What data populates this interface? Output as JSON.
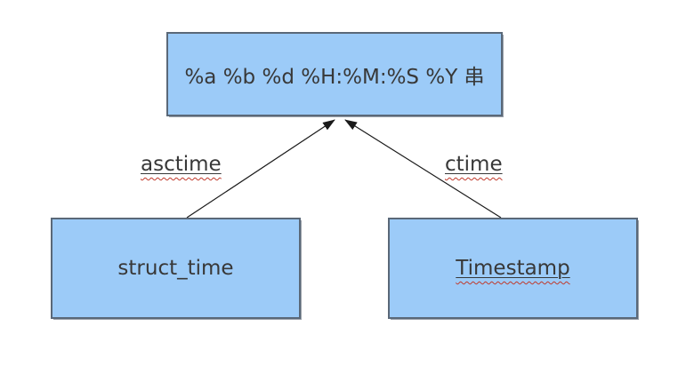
{
  "diagram": {
    "title": "time conversion diagram",
    "colors": {
      "box-fill": "#9ccbf8",
      "box-border": "#5a6878",
      "text-color": "#383838",
      "arrow-color": "#1a1a1a",
      "underline-color": "#383838",
      "squiggle-color": "#c0392b",
      "canvas-bg": "#ffffff"
    },
    "nodes": {
      "format_string": {
        "label": "%a %b %d %H:%M:%S %Y 串",
        "underlined": false
      },
      "struct_time": {
        "label": "struct_time",
        "underlined": false
      },
      "timestamp": {
        "label": "Timestamp",
        "underlined": true,
        "spellcheck_squiggle": true
      }
    },
    "edges": {
      "asctime": {
        "label": "asctime",
        "from": "struct_time",
        "to": "format_string",
        "underlined": true,
        "spellcheck_squiggle": true
      },
      "ctime": {
        "label": "ctime",
        "from": "timestamp",
        "to": "format_string",
        "underlined": true,
        "spellcheck_squiggle": true
      }
    }
  }
}
